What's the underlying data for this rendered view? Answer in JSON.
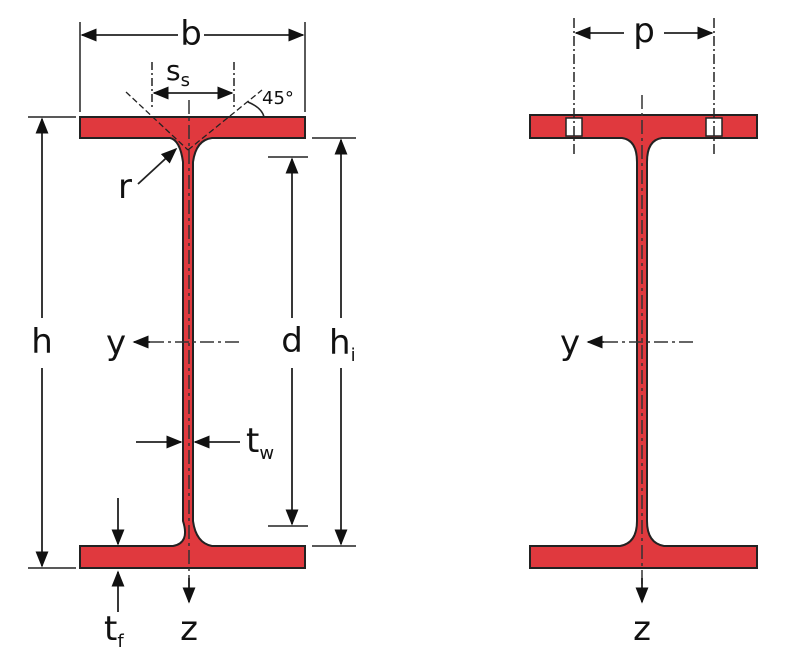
{
  "colors": {
    "section_fill": "#e0393e",
    "outline": "#222222",
    "background": "#ffffff"
  },
  "left_section": {
    "labels": {
      "b": "b",
      "s": "s",
      "s_sub": "s",
      "angle": "45°",
      "r": "r",
      "h": "h",
      "d": "d",
      "h_main": "h",
      "h_sub": "i",
      "y": "y",
      "t": "t",
      "t_sub": "w",
      "tf_main": "t",
      "tf_sub": "f",
      "z": "z"
    }
  },
  "right_section": {
    "labels": {
      "p": "p",
      "y": "y",
      "z": "z"
    }
  }
}
